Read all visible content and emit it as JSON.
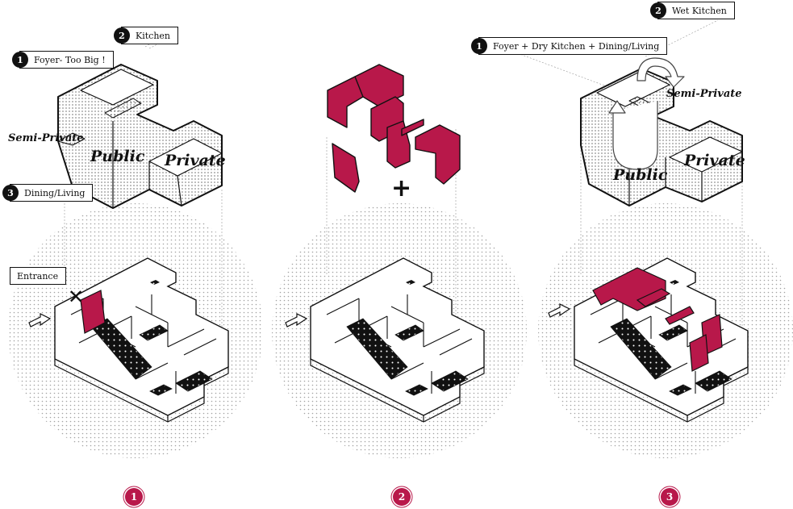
{
  "panels": [
    {
      "step": "1",
      "callouts": [
        {
          "num": "1",
          "label": "Foyer- Too Big !"
        },
        {
          "num": "2",
          "label": "Kitchen"
        },
        {
          "num": "3",
          "label": "Dining/Living"
        }
      ],
      "zones": [
        "Semi-Private",
        "Public",
        "Private"
      ],
      "entrance": "Entrance"
    },
    {
      "step": "2",
      "plus": "+"
    },
    {
      "step": "3",
      "callouts": [
        {
          "num": "1",
          "label": "Foyer + Dry Kitchen + Dining/Living"
        },
        {
          "num": "2",
          "label": "Wet Kitchen"
        }
      ],
      "zones": [
        "Semi-Private",
        "Public",
        "Private"
      ]
    }
  ],
  "colors": {
    "accent": "#b8184a",
    "ink": "#111111"
  },
  "icons": [
    "entrance-arrow-icon",
    "cross-mark-icon",
    "flow-arrow-icon"
  ]
}
